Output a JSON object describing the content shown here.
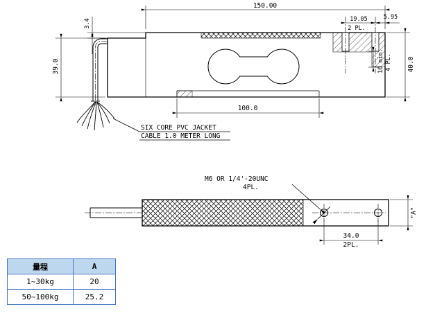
{
  "colors": {
    "table_border": "#4472C4",
    "table_header_bg": "#BDD7EE",
    "line": "#000000",
    "bg": "#ffffff"
  },
  "top_view": {
    "dim_length": "150.00",
    "dim_hole_spacing": "19.05",
    "dim_hole_spacing_note": "2 PL.",
    "dim_edge_distance": "5.95",
    "dim_step": "3.4",
    "dim_height_left": "39.0",
    "dim_height_right": "40.0",
    "dim_thread_depth": "10 min.",
    "dim_thread_depth_note": "4 PL.",
    "dim_pocket_length": "100.0",
    "cable_note1": "SIX CORE PVC JACKET",
    "cable_note2": "CABLE 1.0 METER LONG"
  },
  "bottom_view": {
    "thread_note1": "M6 OR 1/4'-20UNC",
    "thread_note2": "4PL.",
    "dim_hole_spacing": "34.0",
    "dim_hole_spacing_note": "2PL.",
    "dim_width": "\"A\""
  },
  "table": {
    "headers": [
      "量程",
      "A"
    ],
    "rows": [
      [
        "1~30kg",
        "20"
      ],
      [
        "50~100kg",
        "25.2"
      ]
    ]
  }
}
